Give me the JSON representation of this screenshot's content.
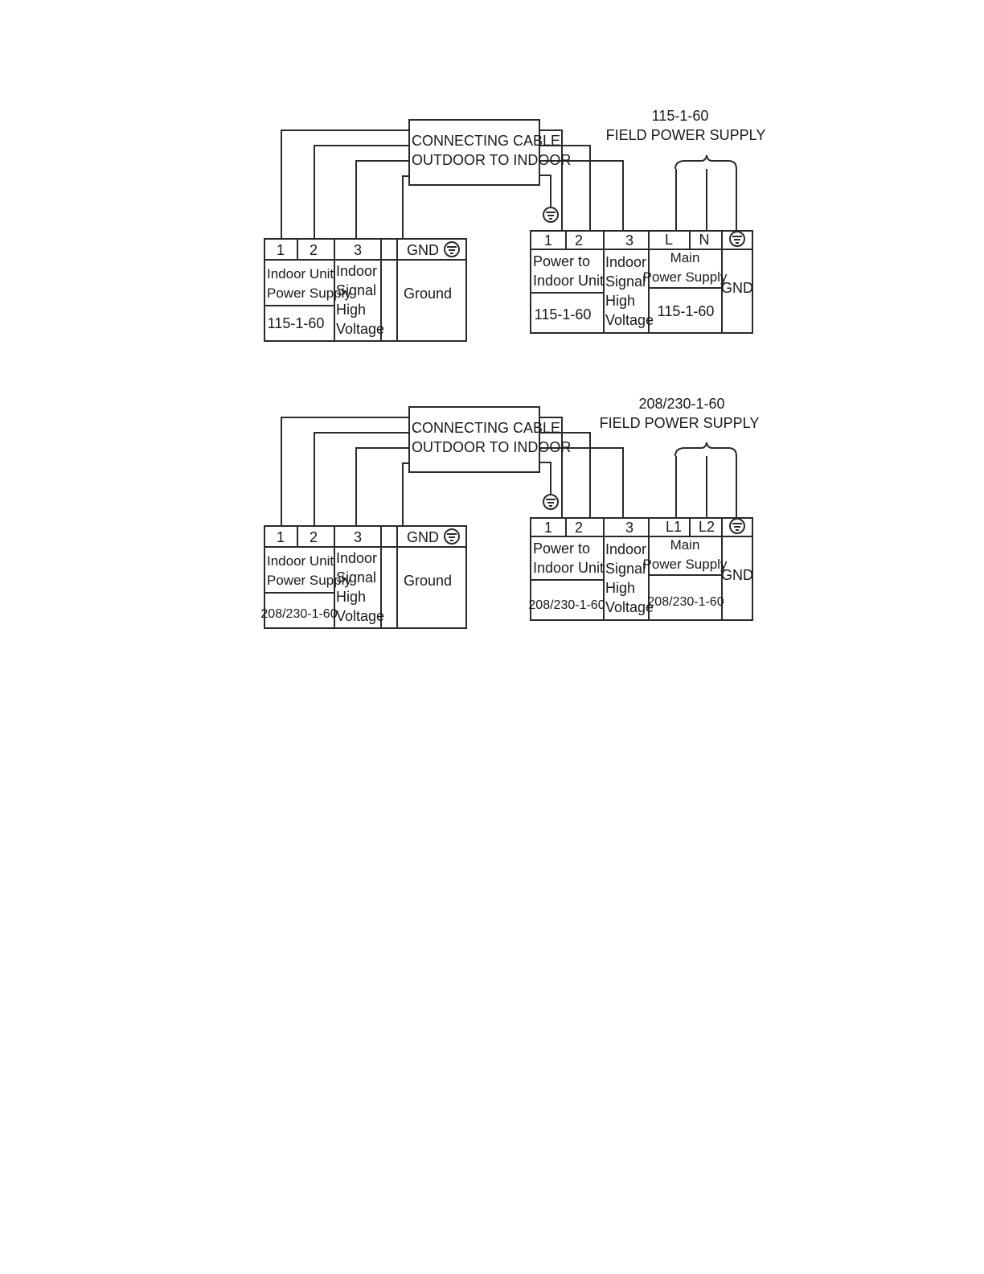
{
  "diagrams": [
    {
      "field_supply": {
        "voltage": "115-1-60",
        "label": "FIELD POWER SUPPLY"
      },
      "cable": {
        "line1": "CONNECTING CABLE",
        "line2": "OUTDOOR TO INDOOR"
      },
      "indoor_block": {
        "t1": "1",
        "t2": "2",
        "t3": "3",
        "gnd": "GND",
        "ps_line1": "Indoor Unit",
        "ps_line2": "Power Supply",
        "signal": [
          "Indoor",
          "Signal",
          "High",
          "Voltage"
        ],
        "ground": "Ground",
        "rating": "115-1-60"
      },
      "outdoor_block": {
        "t1": "1",
        "t2": "2",
        "t3": "3",
        "main1": "L",
        "main2": "N",
        "pw_line1": "Power  to",
        "pw_line2": "Indoor Unit",
        "signal": [
          "Indoor",
          "Signal",
          "High",
          "Voltage"
        ],
        "main_line1": "Main",
        "main_line2": "Power Supply",
        "gnd": "GND",
        "rating_left": "115-1-60",
        "rating_main": "115-1-60"
      }
    },
    {
      "field_supply": {
        "voltage": "208/230-1-60",
        "label": "FIELD POWER SUPPLY"
      },
      "cable": {
        "line1": "CONNECTING CABLE",
        "line2": "OUTDOOR TO INDOOR"
      },
      "indoor_block": {
        "t1": "1",
        "t2": "2",
        "t3": "3",
        "gnd": "GND",
        "ps_line1": "Indoor Unit",
        "ps_line2": "Power Supply",
        "signal": [
          "Indoor",
          "Signal",
          "High",
          "Voltage"
        ],
        "ground": "Ground",
        "rating": "208/230-1-60"
      },
      "outdoor_block": {
        "t1": "1",
        "t2": "2",
        "t3": "3",
        "main1": "L1",
        "main2": "L2",
        "pw_line1": "Power  to",
        "pw_line2": "Indoor Unit",
        "signal": [
          "Indoor",
          "Signal",
          "High",
          "Voltage"
        ],
        "main_line1": "Main",
        "main_line2": "Power Supply",
        "gnd": "GND",
        "rating_left": "208/230-1-60",
        "rating_main": "208/230-1-60"
      }
    }
  ]
}
